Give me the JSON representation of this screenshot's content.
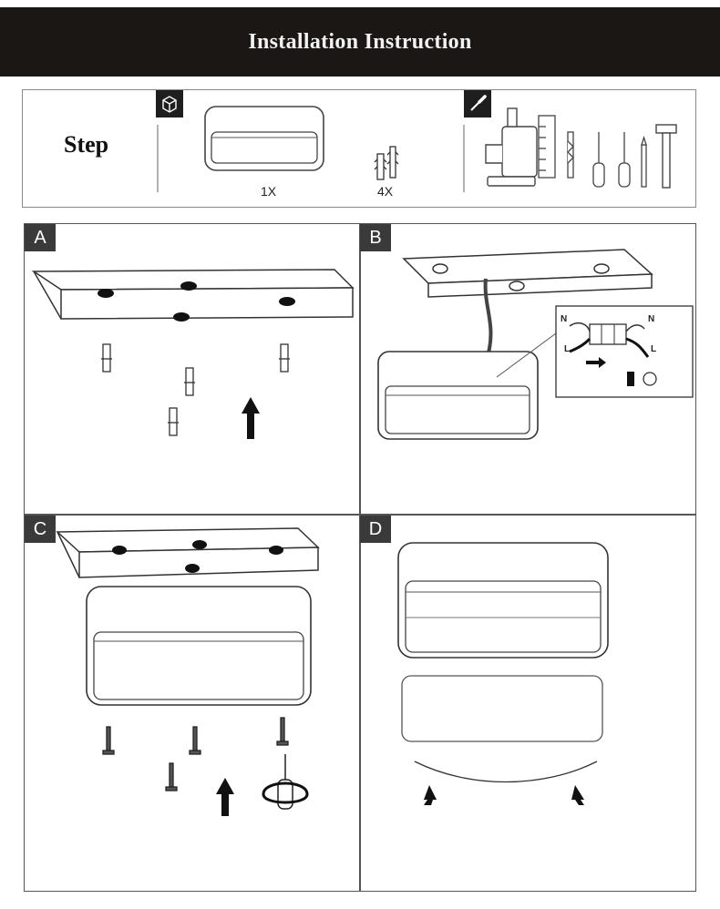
{
  "header": {
    "title": "Installation Instruction"
  },
  "parts": {
    "step_label": "Step",
    "lamp_qty": "1X",
    "screw_qty": "4X"
  },
  "panels": [
    {
      "label": "A"
    },
    {
      "label": "B"
    },
    {
      "label": "C"
    },
    {
      "label": "D"
    }
  ],
  "wiring": {
    "n_left": "N",
    "n_right": "N",
    "l_left": "L",
    "l_right": "L"
  },
  "colors": {
    "header_bg": "#1a1715",
    "label_bg": "#3a3a3a",
    "line": "#333333"
  }
}
